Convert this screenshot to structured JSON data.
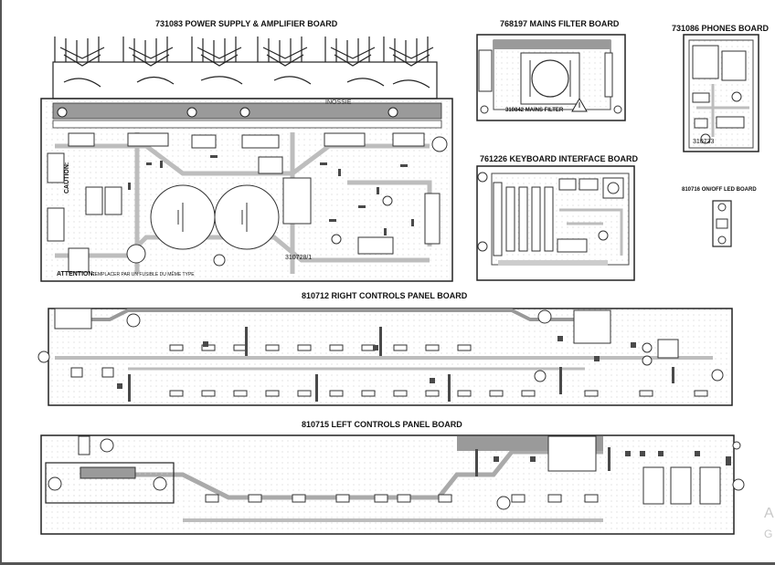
{
  "boards": {
    "power_supply": {
      "title": "731083 POWER SUPPLY & AMPLIFIER BOARD",
      "caution_text": "CAUTION:",
      "attention_text": "ATTENTION:",
      "attention_note": "REMPLACER PAR UN FUSIBLE DU MÊME TYPE",
      "part_label": "310728/1",
      "silk_label": "INOSSIE"
    },
    "mains_filter": {
      "title": "768197 MAINS FILTER BOARD",
      "part_label": "310842 MAINS FILTER"
    },
    "phones": {
      "title": "731086 PHONES BOARD",
      "part_label": "310733"
    },
    "keyboard_interface": {
      "title": "761226 KEYBOARD INTERFACE BOARD"
    },
    "on_off_led": {
      "title": "810716 ON/OFF LED BOARD"
    },
    "right_controls": {
      "title": "810712 RIGHT CONTROLS PANEL BOARD"
    },
    "left_controls": {
      "title": "810715 LEFT CONTROLS PANEL BOARD"
    }
  },
  "colors": {
    "outline": "#222222",
    "trace": "#bdbdbd",
    "component": "#4a4a4a",
    "band": "#9a9a9a",
    "frame": "#555555"
  },
  "watermark": {
    "line1": "A",
    "line2": "G"
  }
}
